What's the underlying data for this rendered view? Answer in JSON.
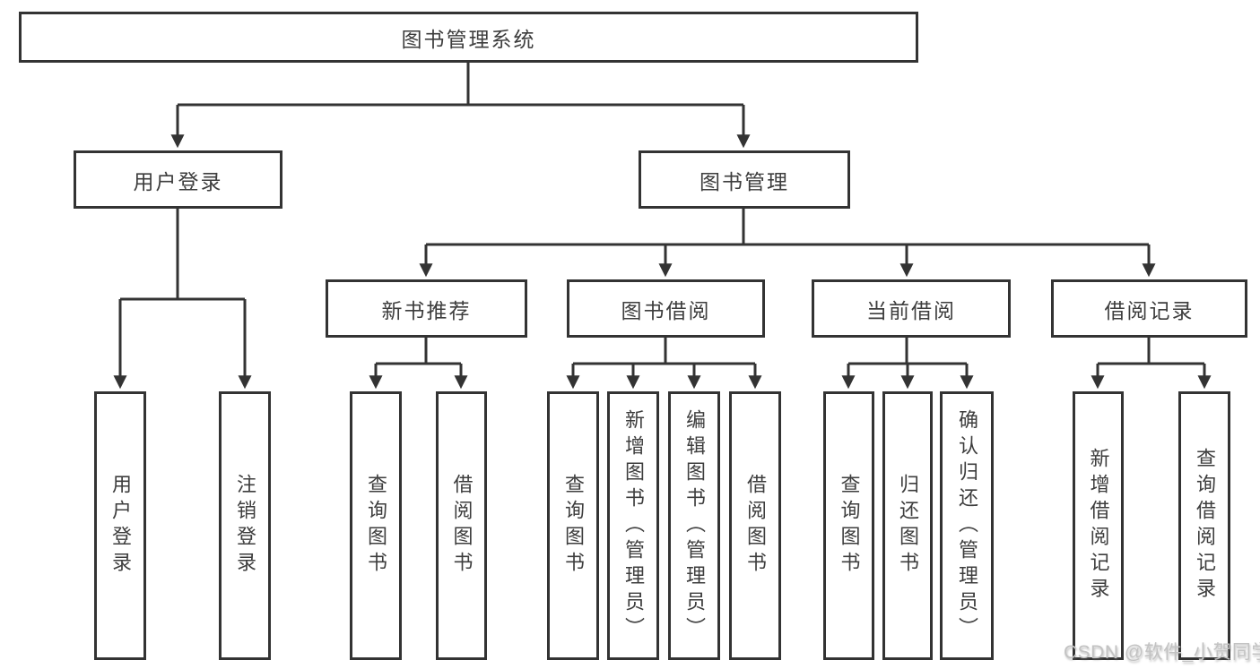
{
  "diagram": {
    "title": "图书管理系统",
    "branches": [
      {
        "label": "用户登录",
        "children": [
          "用户登录",
          "注销登录"
        ]
      },
      {
        "label": "图书管理",
        "children_groups": [
          {
            "label": "新书推荐",
            "children": [
              "查询图书",
              "借阅图书"
            ]
          },
          {
            "label": "图书借阅",
            "children": [
              "查询图书",
              "新增图书（管理员）",
              "编辑图书（管理员）",
              "借阅图书"
            ]
          },
          {
            "label": "当前借阅",
            "children": [
              "查询图书",
              "归还图书",
              "确认归还（管理员）"
            ]
          },
          {
            "label": "借阅记录",
            "children": [
              "新增借阅记录",
              "查询借阅记录"
            ]
          }
        ]
      }
    ]
  },
  "watermark": {
    "text": "CSDN @软件_小贺同学"
  },
  "colors": {
    "line": "#333333",
    "text": "#3d3d3d",
    "background": "#ffffff",
    "watermark": "#c3c3c3"
  }
}
